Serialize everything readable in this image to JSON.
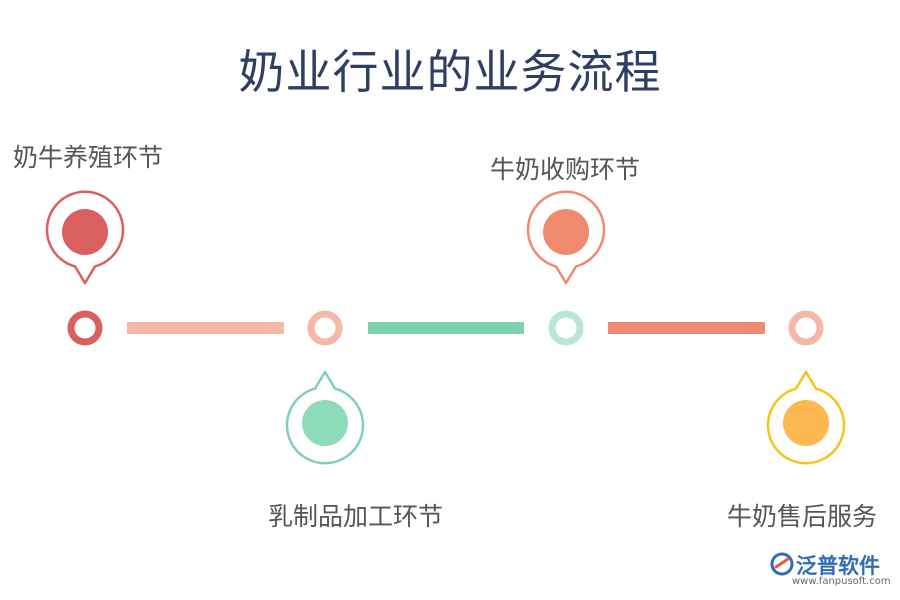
{
  "title": "奶业行业的业务流程",
  "steps": [
    {
      "label": "奶牛养殖环节",
      "color": "#d9605f"
    },
    {
      "label": "乳制品加工环节",
      "color": "#8ddbb9"
    },
    {
      "label": "牛奶收购环节",
      "color": "#f08a6f"
    },
    {
      "label": "牛奶售后服务",
      "color": "#fdb84f"
    }
  ],
  "timeline": {
    "connector_colors": [
      "#f4b8a8",
      "#7fd3ac",
      "#f08a72"
    ],
    "node_colors": [
      "#d9605f",
      "#f4b8a8",
      "#b9e6d5",
      "#f4b8a8"
    ]
  },
  "logo": {
    "name": "泛普软件",
    "url": "www.fanpusoft.com"
  }
}
